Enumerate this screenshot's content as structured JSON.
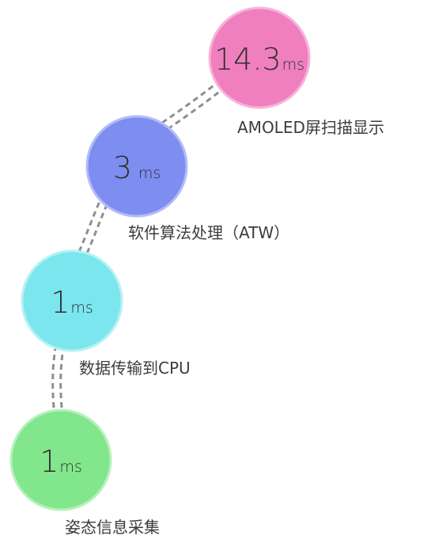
{
  "stages": [
    {
      "id": "display",
      "value": "14.3",
      "unit": "ms",
      "label": "AMOLED屏扫描显示",
      "fill": "#f07fbf",
      "stroke": "#f7b3d8"
    },
    {
      "id": "atw",
      "value": "3",
      "unit": "ms",
      "label": "软件算法处理（ATW）",
      "fill": "#7d8df0",
      "stroke": "#b3bcf6"
    },
    {
      "id": "transfer",
      "value": "1",
      "unit": "ms",
      "label": "数据传输到CPU",
      "fill": "#7be6ee",
      "stroke": "#b5f1f5"
    },
    {
      "id": "sensor",
      "value": "1",
      "unit": "ms",
      "label": "姿态信息采集",
      "fill": "#82e68c",
      "stroke": "#b8f1bd"
    }
  ]
}
